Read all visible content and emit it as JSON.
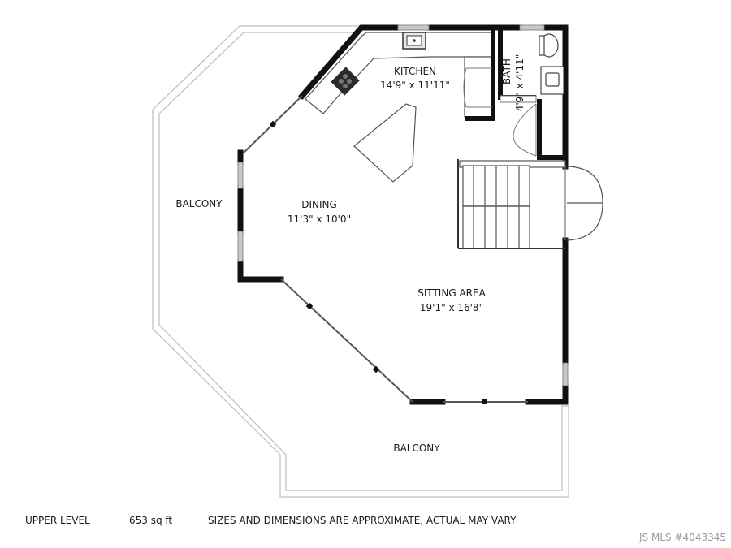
{
  "rooms": {
    "kitchen": {
      "name": "KITCHEN",
      "size": "14'9\" x 11'11\""
    },
    "bath": {
      "name": "BATH",
      "size": "4'9\" x 4'11\""
    },
    "dining": {
      "name": "DINING",
      "size": "11'3\" x 10'0\""
    },
    "sitting": {
      "name": "SITTING AREA",
      "size": "19'1\" x 16'8\""
    },
    "balcony_west": {
      "name": "BALCONY"
    },
    "balcony_south": {
      "name": "BALCONY"
    }
  },
  "footer": {
    "level": "UPPER LEVEL",
    "area": "653 sq ft",
    "disclaimer": "SIZES AND DIMENSIONS ARE APPROXIMATE, ACTUAL MAY VARY"
  },
  "watermark": "JS MLS #4043345"
}
